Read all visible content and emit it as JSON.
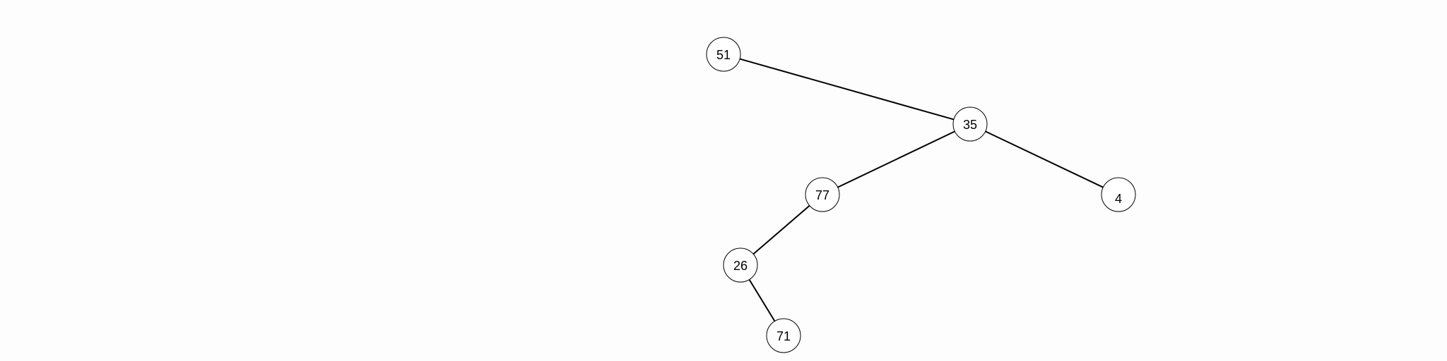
{
  "diagram": {
    "type": "binary-tree",
    "colors": {
      "background": "#fdfdfd",
      "edge": "#000000",
      "node_fill": "#ffffff",
      "node_stroke": "#000000",
      "label": "#000000"
    },
    "nodes": [
      {
        "id": "n51",
        "label": "51"
      },
      {
        "id": "n35",
        "label": "35"
      },
      {
        "id": "n77",
        "label": "77"
      },
      {
        "id": "n4",
        "label": "4"
      },
      {
        "id": "n26",
        "label": "26"
      },
      {
        "id": "n71",
        "label": "71"
      }
    ],
    "edges": [
      {
        "from": "n51",
        "to": "n35"
      },
      {
        "from": "n35",
        "to": "n77"
      },
      {
        "from": "n35",
        "to": "n4"
      },
      {
        "from": "n77",
        "to": "n26"
      },
      {
        "from": "n26",
        "to": "n71"
      }
    ]
  }
}
